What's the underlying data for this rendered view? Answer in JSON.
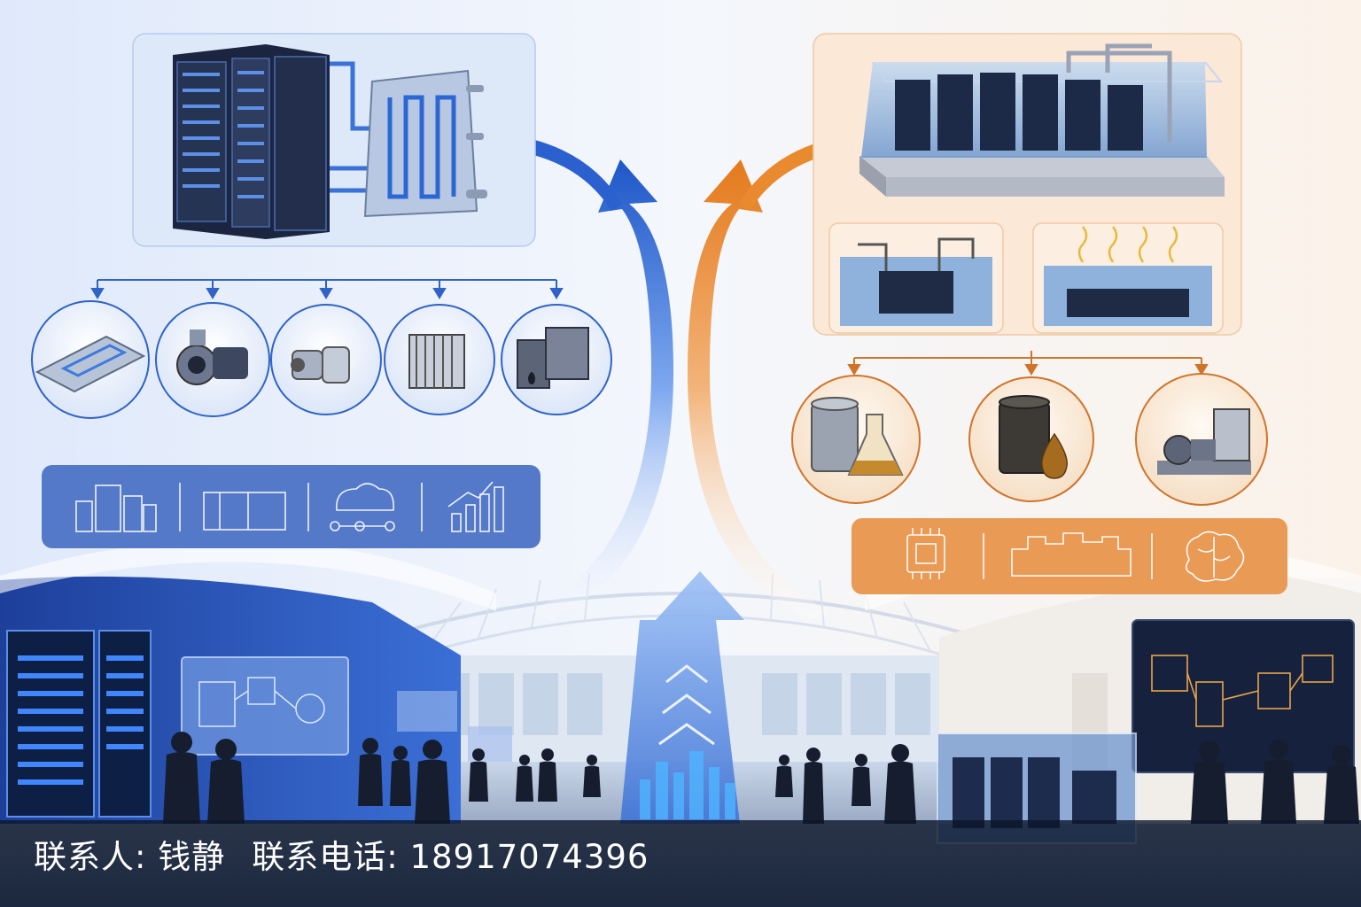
{
  "contact": {
    "name_label": "联系人: 钱静",
    "phone_label": "联系电话: 18917074396"
  },
  "colors": {
    "cold_plate_blue": "#2e63c9",
    "immersion_orange": "#e98a2e",
    "dark_navy": "#0c162a",
    "panel_blue": "#4f78cc",
    "panel_orange": "#e99a55"
  },
  "left_branch": {
    "hero": "server-rack-with-cold-plate",
    "components": [
      "cold-plate-icon",
      "pump-icon",
      "quick-connector-icon",
      "heat-exchanger-icon",
      "cdu-icon"
    ],
    "applications": [
      "data-center-buildings-icon",
      "container-datacenter-icon",
      "cloud-network-icon",
      "growth-chart-icon"
    ]
  },
  "right_branch": {
    "hero": "immersion-tank",
    "sub_scenes": [
      "single-phase-immersion-icon",
      "two-phase-immersion-icon"
    ],
    "components": [
      "coolant-barrel-flask-icon",
      "oil-barrel-drop-icon",
      "pump-unit-icon"
    ],
    "applications": [
      "chip-icon",
      "city-skyline-icon",
      "ai-brain-icon"
    ]
  }
}
